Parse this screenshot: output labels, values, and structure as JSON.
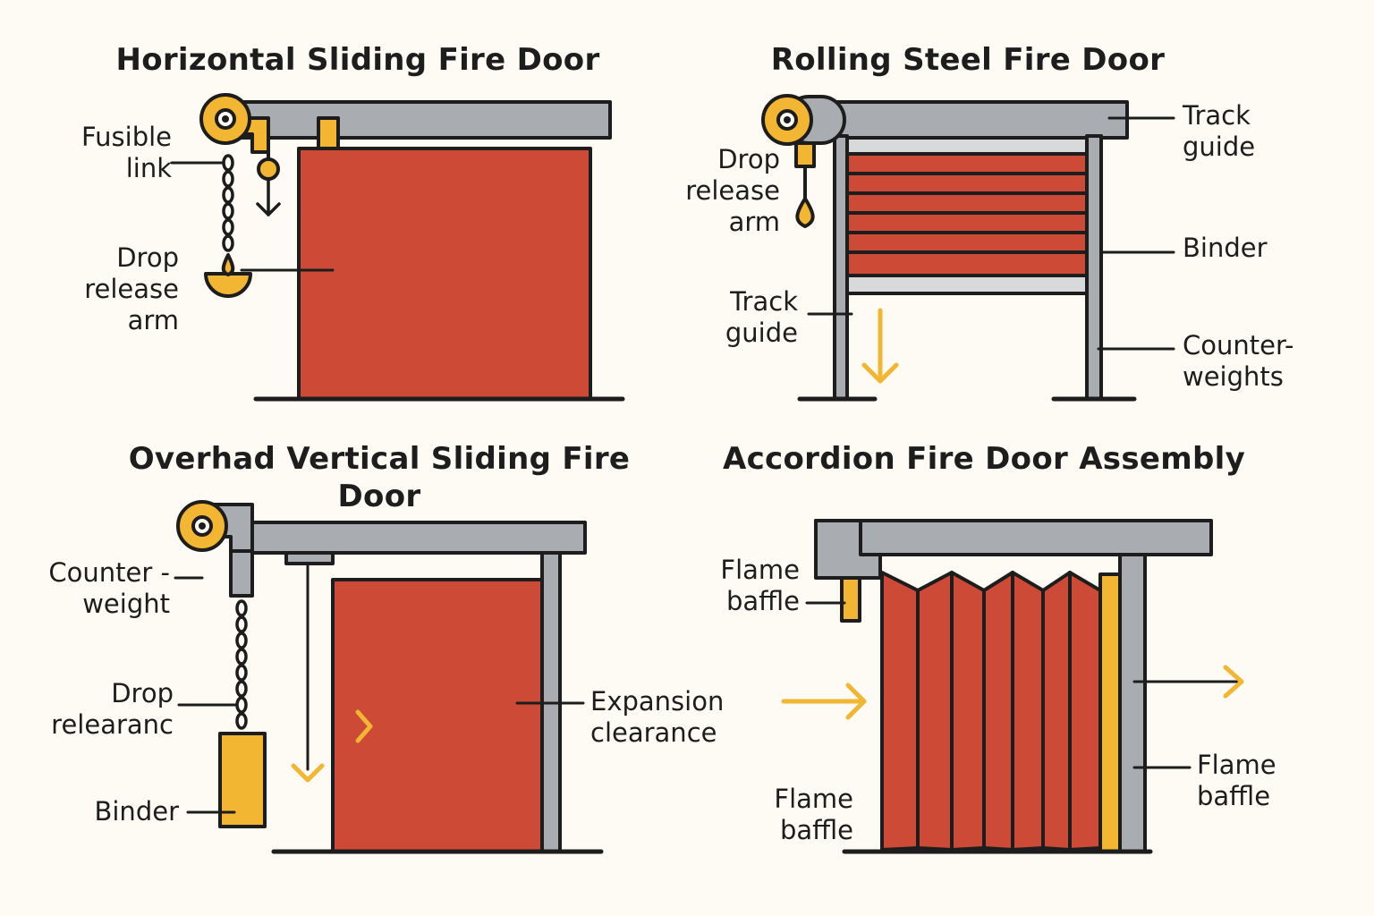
{
  "palette": {
    "door_red": "#cd4a36",
    "steel_gray": "#a9adb1",
    "light_gray": "#d7d9db",
    "accent_yellow": "#f2b632",
    "outline": "#1d1d1d",
    "background": "#fdfbf3"
  },
  "panels": [
    {
      "id": "horizontal",
      "title": "Horizontal Sliding Fire Door",
      "labels": [
        "Fusible\nlink",
        "Drop\nrelease\narm"
      ],
      "icons": [
        "pulley-icon",
        "chain-icon",
        "counterweight-hook-icon",
        "down-arrow-icon"
      ]
    },
    {
      "id": "rolling",
      "title": "Rolling Steel Fire Door",
      "labels": [
        "Track\nguide",
        "Drop\nrelease\narm",
        "Binder",
        "Track\nguide",
        "Counter-\nweights"
      ],
      "icons": [
        "drum-icon",
        "drop-weight-icon",
        "down-arrow-icon"
      ]
    },
    {
      "id": "overhead",
      "title": "Overhad Vertical Sliding Fire\nDoor",
      "labels": [
        "Counter -\nweight",
        "Drop\nrelearanc",
        "Binder",
        "Expansion\nclearance"
      ],
      "icons": [
        "pulley-icon",
        "chain-icon",
        "weight-block-icon",
        "down-arrow-icon",
        "chevron-right-icon"
      ]
    },
    {
      "id": "accordion",
      "title": "Accordion Fire Door Assembly",
      "labels": [
        "Flame\nbaffle",
        "Flame\nbaffle",
        "Flame\nbaffle"
      ],
      "icons": [
        "right-arrow-icon",
        "right-arrow-icon"
      ]
    }
  ]
}
